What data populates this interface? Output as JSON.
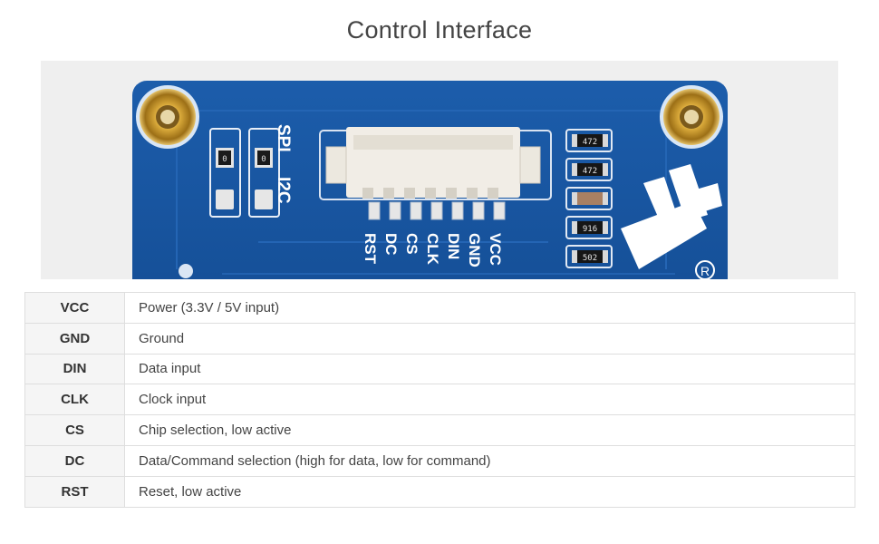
{
  "title": "Control Interface",
  "board": {
    "mode_labels": [
      "SPI",
      "I2C"
    ],
    "header_pins": [
      "VCC",
      "GND",
      "DIN",
      "CLK",
      "CS",
      "DC",
      "RST"
    ],
    "resistors": [
      "472",
      "472",
      "",
      "916",
      "502"
    ],
    "jumper_codes": [
      "0",
      "0"
    ],
    "registered_mark": "R"
  },
  "pins": [
    {
      "name": "VCC",
      "desc": "Power (3.3V / 5V input)"
    },
    {
      "name": "GND",
      "desc": "Ground"
    },
    {
      "name": "DIN",
      "desc": "Data input"
    },
    {
      "name": "CLK",
      "desc": "Clock input"
    },
    {
      "name": "CS",
      "desc": "Chip selection, low active"
    },
    {
      "name": "DC",
      "desc": "Data/Command selection (high for data, low for command)"
    },
    {
      "name": "RST",
      "desc": "Reset, low active"
    }
  ]
}
